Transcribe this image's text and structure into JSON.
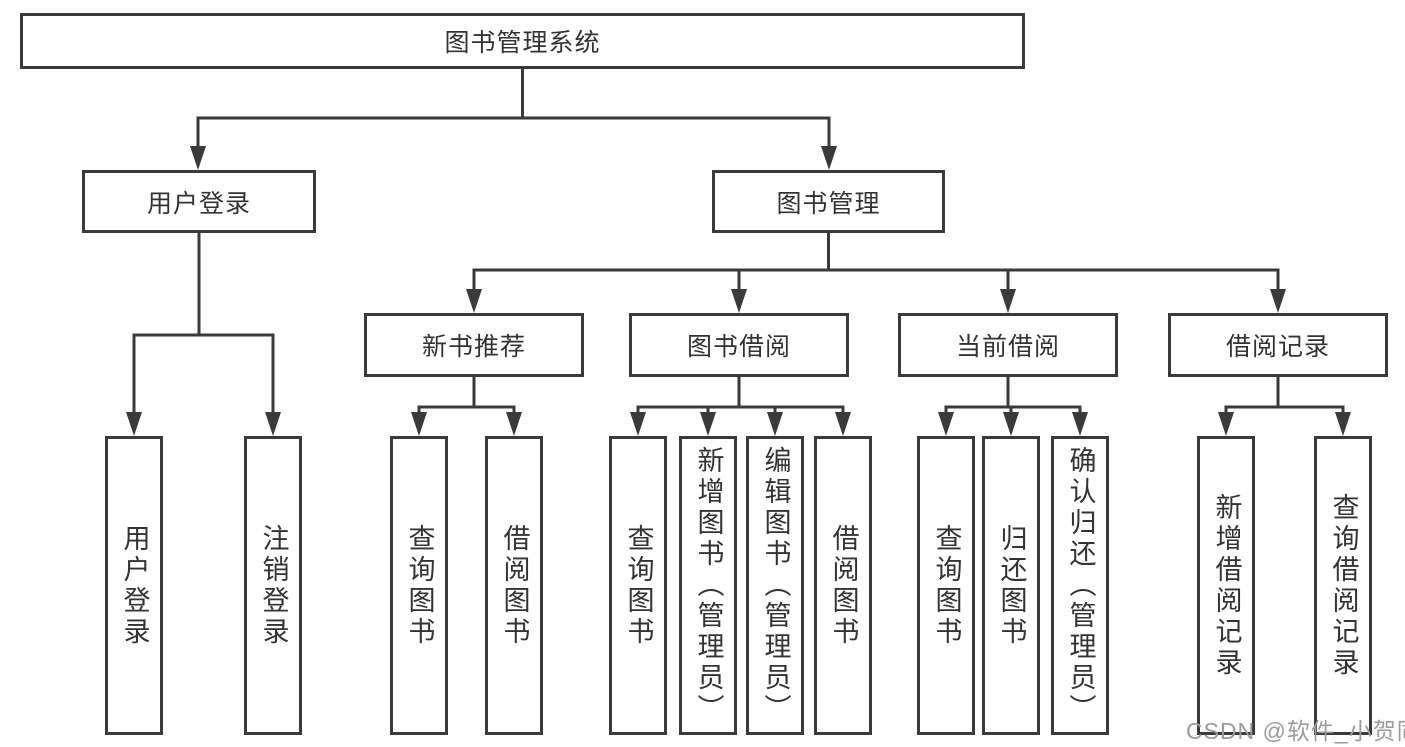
{
  "diagram": {
    "root": {
      "label": "图书管理系统"
    },
    "branches": [
      {
        "label": "用户登录",
        "children": [
          {
            "label": "用户登录"
          },
          {
            "label": "注销登录"
          }
        ]
      },
      {
        "label": "图书管理",
        "children": [
          {
            "label": "新书推荐",
            "children": [
              {
                "label": "查询图书"
              },
              {
                "label": "借阅图书"
              }
            ]
          },
          {
            "label": "图书借阅",
            "children": [
              {
                "label": "查询图书"
              },
              {
                "label": "新增图书（管理员）"
              },
              {
                "label": "编辑图书（管理员）"
              },
              {
                "label": "借阅图书"
              }
            ]
          },
          {
            "label": "当前借阅",
            "children": [
              {
                "label": "查询图书"
              },
              {
                "label": "归还图书"
              },
              {
                "label": "确认归还（管理员）"
              }
            ]
          },
          {
            "label": "借阅记录",
            "children": [
              {
                "label": "新增借阅记录"
              },
              {
                "label": "查询借阅记录"
              }
            ]
          }
        ]
      }
    ]
  },
  "watermark": {
    "text": "CSDN @软件_小贺同学"
  },
  "colors": {
    "line": "#3a3a3a",
    "text": "#333333",
    "watermark": "#9b9b9b",
    "canvas": "#ffffff"
  }
}
